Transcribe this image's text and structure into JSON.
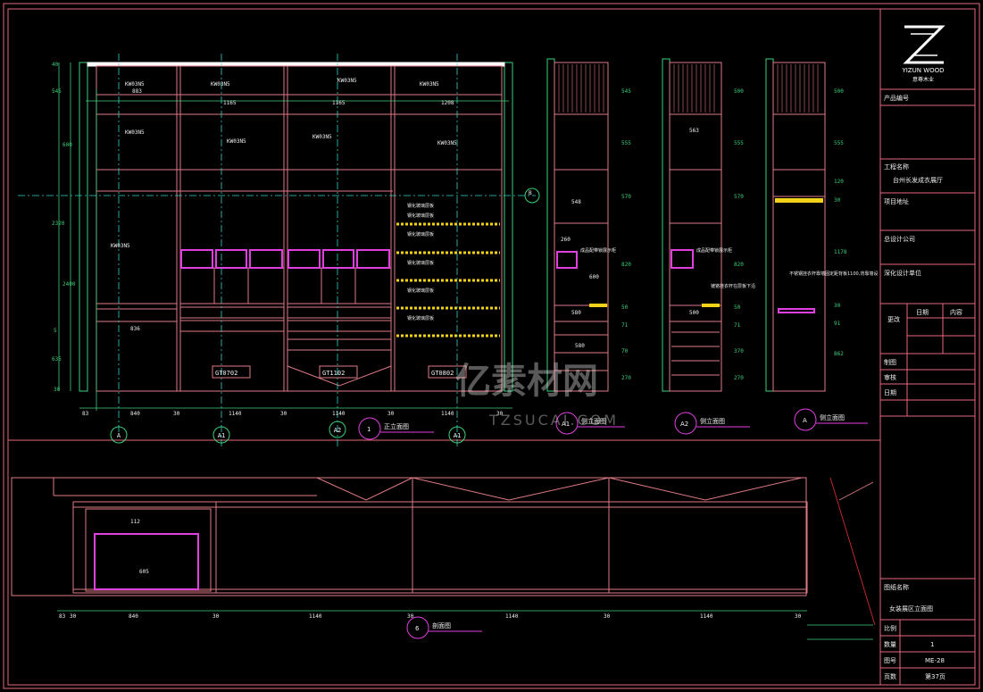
{
  "colors": {
    "background": "#000000",
    "frame": "#e8677a",
    "cabinet": "#e07a84",
    "dimension": "#3bd07a",
    "centerline": "#2fd3c8",
    "text": "#f0f0f0",
    "highlight": "#e040e0",
    "yellow": "#f5d21a"
  },
  "logo": {
    "brand": "YIZUN WOOD",
    "brand_cn": "意尊木业",
    "icon": "zz-logo-icon"
  },
  "title_block": {
    "product_code_label": "产品编号",
    "project_name_label": "工程名称",
    "project_name_value": "台州长发成衣展厅",
    "project_addr_label": "项目地址",
    "design_company_label": "总设计公司",
    "cooperate_label": "深化设计单位",
    "revise_label": "更改",
    "date_label": "日期",
    "content_label": "内容",
    "draw_label": "制图",
    "check_label": "审核",
    "date_row_label": "日期",
    "drawing_name_label": "图纸名称",
    "drawing_name_value": "女装展区立面图",
    "scale_label": "比例",
    "qty_label": "数量",
    "qty_value": "1",
    "drawing_no_label": "图号",
    "drawing_no_value": "ME-28",
    "page_label": "页数",
    "page_value": "第37页"
  },
  "front_elevation": {
    "top_widths": [
      "883",
      "1165",
      "1165",
      "1208"
    ],
    "bottom_widths": [
      "83",
      "840",
      "30",
      "1140",
      "30",
      "1140",
      "30",
      "1140",
      "30"
    ],
    "heights": [
      "40",
      "545",
      "600",
      "2320",
      "2400",
      "5",
      "635",
      "30"
    ],
    "panel_codes": [
      "KW03N5",
      "KW03N5",
      "KW03N5",
      "KW03N5"
    ],
    "mid_codes": [
      "KW03N5",
      "KW03N5",
      "KW03N5",
      "KW03N5"
    ],
    "left_code": "KW03N5",
    "drawer_label": "836",
    "tags": [
      "GT0702",
      "GT1102",
      "GT0802"
    ],
    "shelf_notes": [
      "钢化玻璃层板",
      "钢化玻璃层板",
      "钢化玻璃层板",
      "钢化玻璃层板",
      "钢化玻璃层板",
      "钢化玻璃层板"
    ],
    "axis_marks": [
      "A",
      "A1",
      "A2",
      "A1"
    ],
    "b_mark": "B",
    "title_num": "1",
    "title": "正立面图"
  },
  "side_a1": {
    "heights": [
      "545",
      "555",
      "570",
      "820",
      "50",
      "71",
      "70",
      "270"
    ],
    "inner_dims": [
      "548",
      "260",
      "600",
      "580",
      "580"
    ],
    "notes": [
      "成品配带锁展示柜"
    ],
    "title_num": "A1",
    "title": "侧立面图"
  },
  "side_a2": {
    "heights": [
      "500",
      "555",
      "570",
      "820",
      "50",
      "71",
      "370",
      "270"
    ],
    "inner_dims": [
      "563",
      "500"
    ],
    "notes": [
      "成品配带锁展示柜",
      "镀铬挂衣杆在层板下沿"
    ],
    "title_num": "A2",
    "title": "侧立面图"
  },
  "side_a": {
    "heights": [
      "500",
      "555",
      "120",
      "30",
      "1178",
      "30",
      "91",
      "862"
    ],
    "notes": [
      "不锈钢挂衣杆靠墙固定距背板1100,背靠墙设"
    ],
    "title_num": "A",
    "title": "侧立面图"
  },
  "section": {
    "widths": [
      "83",
      "30",
      "840",
      "30",
      "1140",
      "30",
      "1140",
      "30",
      "1140",
      "30"
    ],
    "inner_dims": [
      "112",
      "605"
    ],
    "title_num": "6",
    "title": "剖面图"
  },
  "watermark": {
    "cn": "亿素材网",
    "en": "TZSUCAI.COM"
  }
}
